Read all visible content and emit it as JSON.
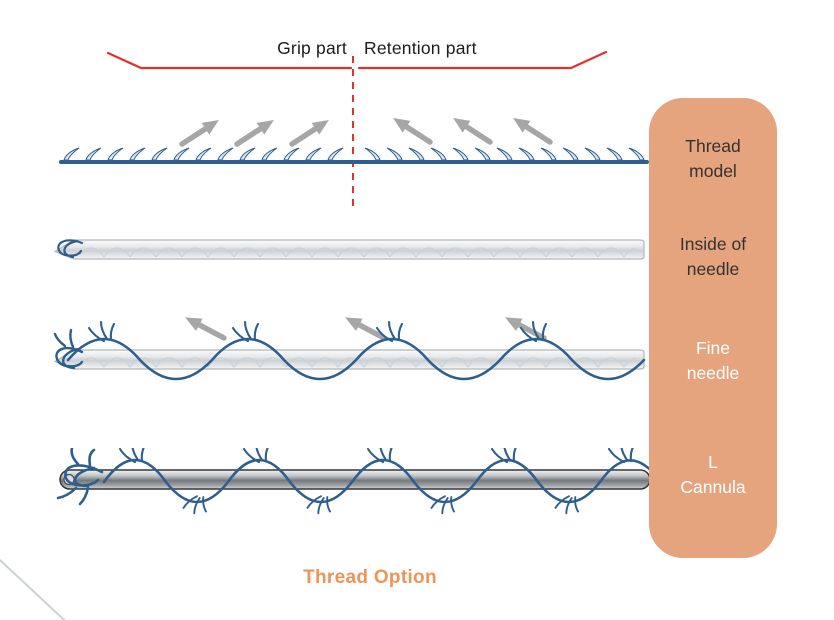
{
  "colors": {
    "accent_orange": "#E5A47D",
    "caption_orange": "#EE9457",
    "thread_blue": "#2D5E8D",
    "barb_fill": "#DCE9F3",
    "marker_red": "#E0312E",
    "arrow_gray": "#A6A6A6"
  },
  "header": {
    "grip_label": "Grip part",
    "retention_label": "Retention part"
  },
  "legend": {
    "items": [
      {
        "label": "Thread model",
        "lines": [
          "Thread",
          "model"
        ]
      },
      {
        "label": "Inside of needle",
        "lines": [
          "Inside of",
          "needle"
        ]
      },
      {
        "label": "Fine needle",
        "lines": [
          "Fine",
          "needle"
        ]
      },
      {
        "label": "L Cannula",
        "lines": [
          "L",
          "Cannula"
        ]
      }
    ]
  },
  "caption": "Thread Option"
}
